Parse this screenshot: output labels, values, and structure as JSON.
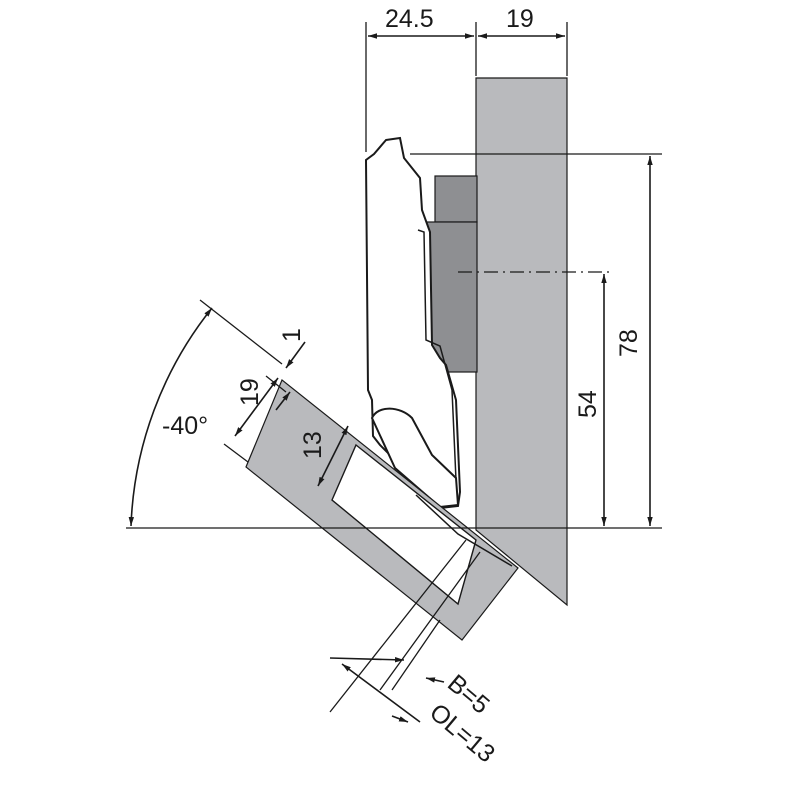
{
  "dimensions": {
    "top_offset": "24.5",
    "panel_thickness": "19",
    "height_total": "78",
    "height_center": "54",
    "door_thickness": "19",
    "door_gap": "1",
    "door_cup_depth": "13",
    "angle": "-40°",
    "distance_b": "B=5",
    "overlay": "OL=13"
  },
  "colors": {
    "panel_fill": "#b9babd",
    "hinge_dark": "#8e8f92",
    "line": "#1a1a1a",
    "background": "#ffffff"
  }
}
